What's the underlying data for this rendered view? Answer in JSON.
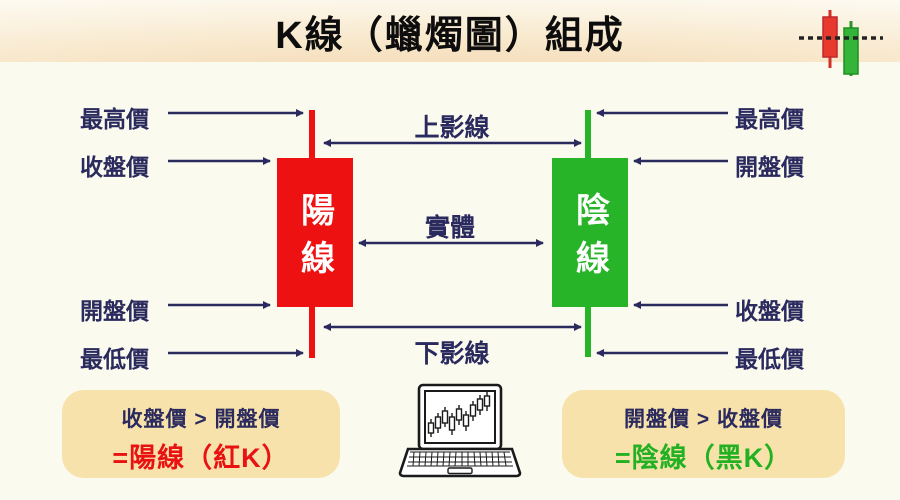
{
  "title": "K線（蠟燭圖）組成",
  "candles": {
    "bullish": {
      "label": "陽線",
      "color": "#ee1111"
    },
    "bearish": {
      "label": "陰線",
      "color": "#28b428"
    }
  },
  "price_labels": {
    "left_top": [
      "最高價",
      "收盤價"
    ],
    "left_bottom": [
      "開盤價",
      "最低價"
    ],
    "right_top": [
      "最高價",
      "開盤價"
    ],
    "right_bottom": [
      "收盤價",
      "最低價"
    ]
  },
  "anatomy_labels": {
    "upper_shadow": "上影線",
    "body": "實體",
    "lower_shadow": "下影線"
  },
  "legend_boxes": {
    "bullish": {
      "condition": "收盤價 > 開盤價",
      "result": "=陽線（紅K）"
    },
    "bearish": {
      "condition": "開盤價 > 收盤價",
      "result": "=陰線（黑K）"
    }
  },
  "icons": {
    "header_icon": "red-green-candlestick-pair",
    "bottom_icon": "laptop-with-candlestick-chart"
  },
  "colors": {
    "navy": "#2a2a5e",
    "red": "#ee1111",
    "green": "#28b428",
    "note_box_bg": "#f8e2ab",
    "background": "#fbfaef"
  }
}
